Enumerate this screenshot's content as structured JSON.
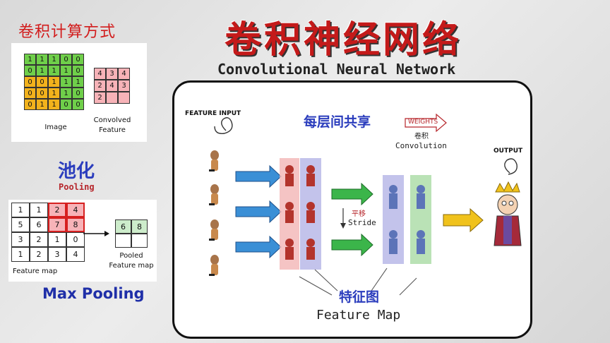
{
  "conv_section": {
    "heading": "卷积计算方式",
    "image_grid": [
      [
        "1",
        "1",
        "1",
        "0",
        "0"
      ],
      [
        "0",
        "1",
        "1",
        "1",
        "0"
      ],
      [
        "0",
        "0",
        "1",
        "1",
        "1"
      ],
      [
        "0",
        "0",
        "1",
        "1",
        "0"
      ],
      [
        "0",
        "1",
        "1",
        "0",
        "0"
      ]
    ],
    "image_label": "Image",
    "convolved_grid": [
      [
        "4",
        "3",
        "4"
      ],
      [
        "2",
        "4",
        "3"
      ],
      [
        "2",
        "",
        ""
      ]
    ],
    "convolved_label_1": "Convolved",
    "convolved_label_2": "Feature",
    "colors": {
      "green": "#6fcf4a",
      "orange": "#f2b21c",
      "pink": "#f7b3b8"
    }
  },
  "pool_section": {
    "heading": "池化",
    "subheading": "Pooling",
    "feature_grid": [
      [
        "1",
        "1",
        "2",
        "4"
      ],
      [
        "5",
        "6",
        "7",
        "8"
      ],
      [
        "3",
        "2",
        "1",
        "0"
      ],
      [
        "1",
        "2",
        "3",
        "4"
      ]
    ],
    "feature_label": "Feature map",
    "pooled_grid": [
      [
        "6",
        "8"
      ],
      [
        "",
        ""
      ]
    ],
    "pooled_label_1": "Pooled",
    "pooled_label_2": "Feature map",
    "caption": "Max Pooling"
  },
  "title": {
    "main": "卷积神经网络",
    "sub": "Convolutional Neural Network"
  },
  "cnn_panel": {
    "feature_input": "FEATURE INPUT",
    "output": "OUTPUT",
    "shared_label": "每层间共享",
    "weights": "WEIGHTS",
    "conv_cn": "卷积",
    "conv_en": "Convolution",
    "stride_cn": "平移",
    "stride_en": "Stride",
    "feature_map_cn": "特征图",
    "feature_map_en": "Feature Map"
  }
}
